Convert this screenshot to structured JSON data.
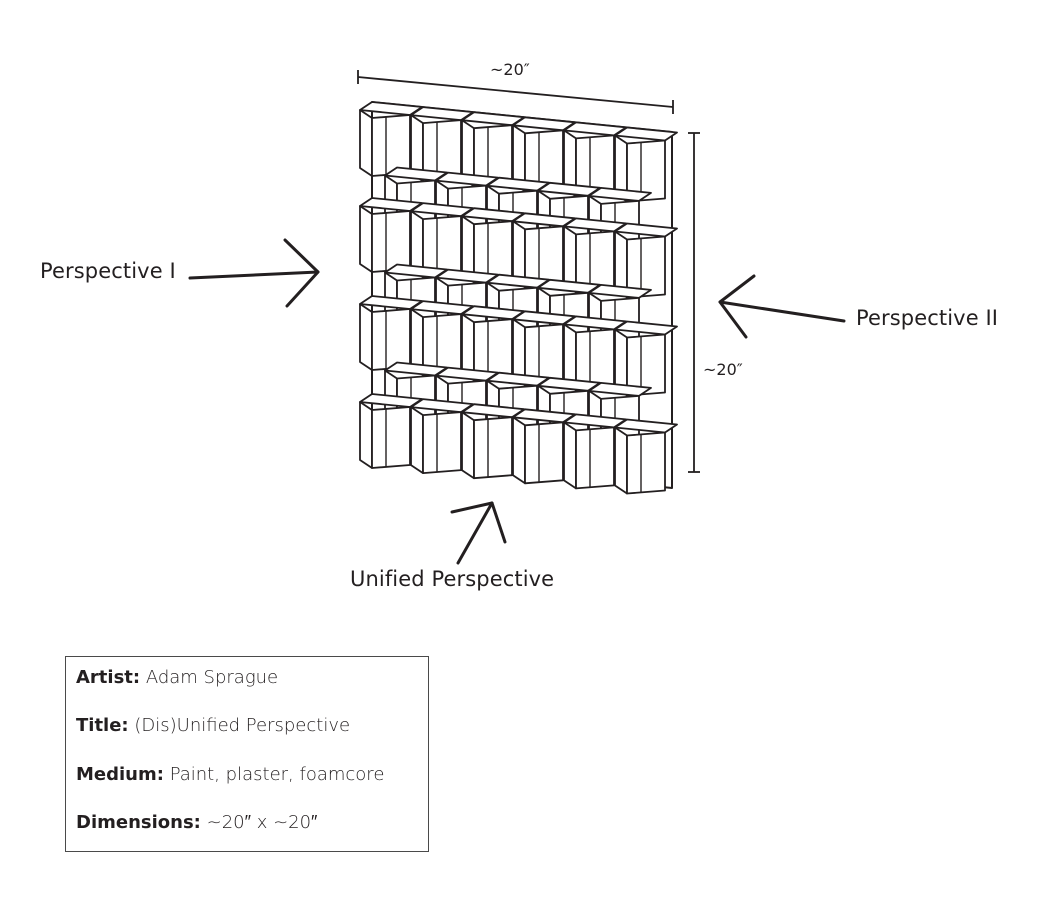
{
  "labels": {
    "perspective_1": "Perspective I",
    "perspective_2": "Perspective II",
    "unified": "Unified Perspective"
  },
  "dimensions": {
    "width": "~20″",
    "height": "~20″"
  },
  "info": {
    "artist_key": "Artist:",
    "artist_value": "Adam Sprague",
    "title_key": "Title:",
    "title_value": "(Dis)Unified Perspective",
    "medium_key": "Medium:",
    "medium_value": "Paint, plaster, foamcore",
    "dimensions_key": "Dimensions:",
    "dimensions_value": "~20″ x ~20″"
  },
  "style": {
    "stroke_color": "#231f20",
    "background": "#ffffff"
  }
}
